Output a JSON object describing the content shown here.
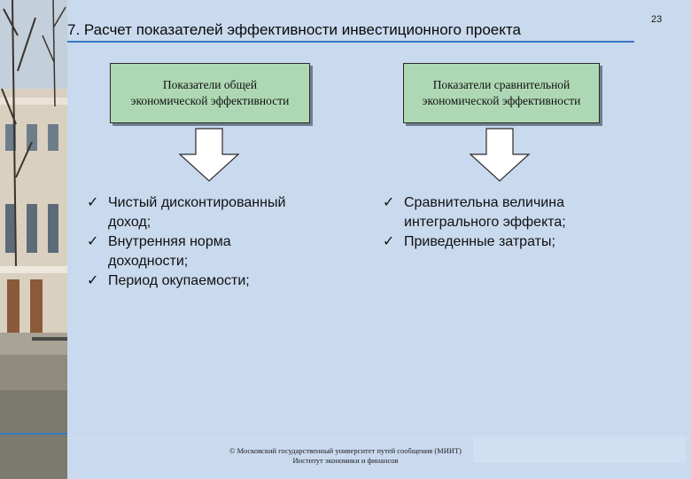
{
  "slide": {
    "title": "7. Расчет показателей эффективности инвестиционного проекта",
    "number": "23"
  },
  "boxes": [
    {
      "line1": "Показатели общей",
      "line2": "экономической эффективности"
    },
    {
      "line1": "Показатели сравнительной",
      "line2": "экономической эффективности"
    }
  ],
  "lists": [
    {
      "items": [
        {
          "line1": "Чистый дисконтированный",
          "line2": "доход;"
        },
        {
          "line1": "Внутренняя норма",
          "line2": "доходности;"
        },
        {
          "line1": "Период окупаемости;",
          "line2": ""
        }
      ]
    },
    {
      "items": [
        {
          "line1": "Сравнительна величина",
          "line2": "интегрального эффекта;"
        },
        {
          "line1": "Приведенные затраты;",
          "line2": ""
        }
      ]
    }
  ],
  "bullet_icon": "checkmark-icon",
  "footer": {
    "line1": "© Московский государственный университет путей сообщения (МИИТ)",
    "line2": "Институт экономики и финансов"
  },
  "colors": {
    "background": "#c9d9ee",
    "box_fill": "#aed8b4",
    "accent_line": "#3a78c2"
  }
}
